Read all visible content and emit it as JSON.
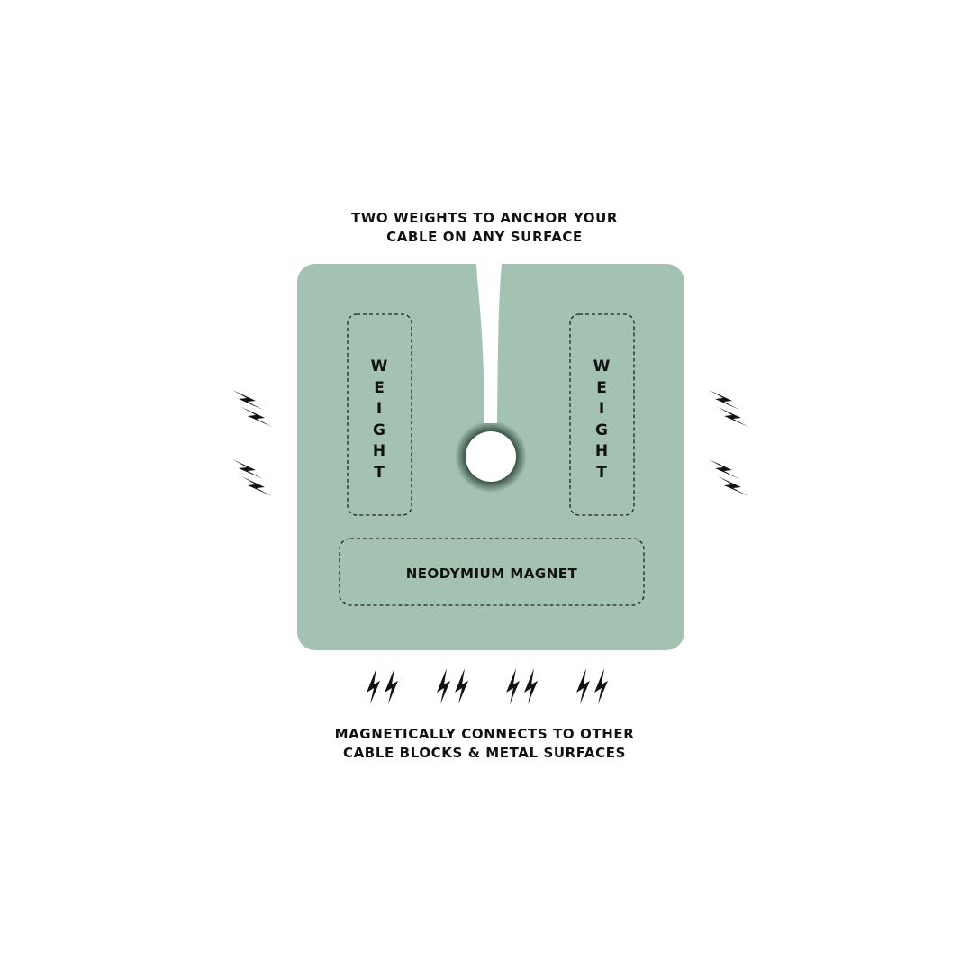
{
  "top_caption": {
    "line1": "TWO WEIGHTS TO ANCHOR YOUR",
    "line2": "CABLE ON ANY SURFACE"
  },
  "bottom_caption": {
    "line1": "MAGNETICALLY CONNECTS TO OTHER",
    "line2": "CABLE BLOCKS & METAL SURFACES"
  },
  "left_weight_label": "WEIGHT",
  "right_weight_label": "WEIGHT",
  "magnet_label": "NEODYMIUM MAGNET",
  "colors": {
    "block": "#a3c2b1",
    "ink": "#111111"
  },
  "icons": {
    "bolt": "lightning-bolt-icon"
  }
}
